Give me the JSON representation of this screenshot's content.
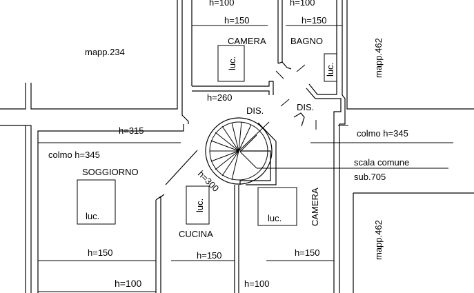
{
  "parcels": {
    "left": "mapp.234",
    "right_top": "mapp.462",
    "right_bottom": "mapp.462"
  },
  "rooms": {
    "camera_top": "CAMERA",
    "bagno": "BAGNO",
    "dis_left": "DIS.",
    "dis_right": "DIS.",
    "soggiorno": "SOGGIORNO",
    "cucina": "CUCINA",
    "camera_vertical": "CAMERA"
  },
  "heights": {
    "top_left_cut": "h=100",
    "top_right_cut": "h=100",
    "camera_h": "h=150",
    "bagno_h": "h=150",
    "corridor_h": "h=260",
    "soggiorno_top": "h=315",
    "colmo_left": "colmo h=345",
    "stair_h": "h=300",
    "soggiorno_bottom_150": "h=150",
    "cucina_150": "h=150",
    "camera_bottom_150": "h=150",
    "soggiorno_bottom_100": "h=100",
    "cucina_100": "h=100"
  },
  "skylights": {
    "camera": "luc.",
    "bagno": "luc.",
    "soggiorno": "luc.",
    "cucina": "luc.",
    "camera_bottom": "luc."
  },
  "annotations": {
    "colmo_right": "colmo h=345",
    "scala_comune": "scala comune",
    "sub": "sub.705"
  }
}
